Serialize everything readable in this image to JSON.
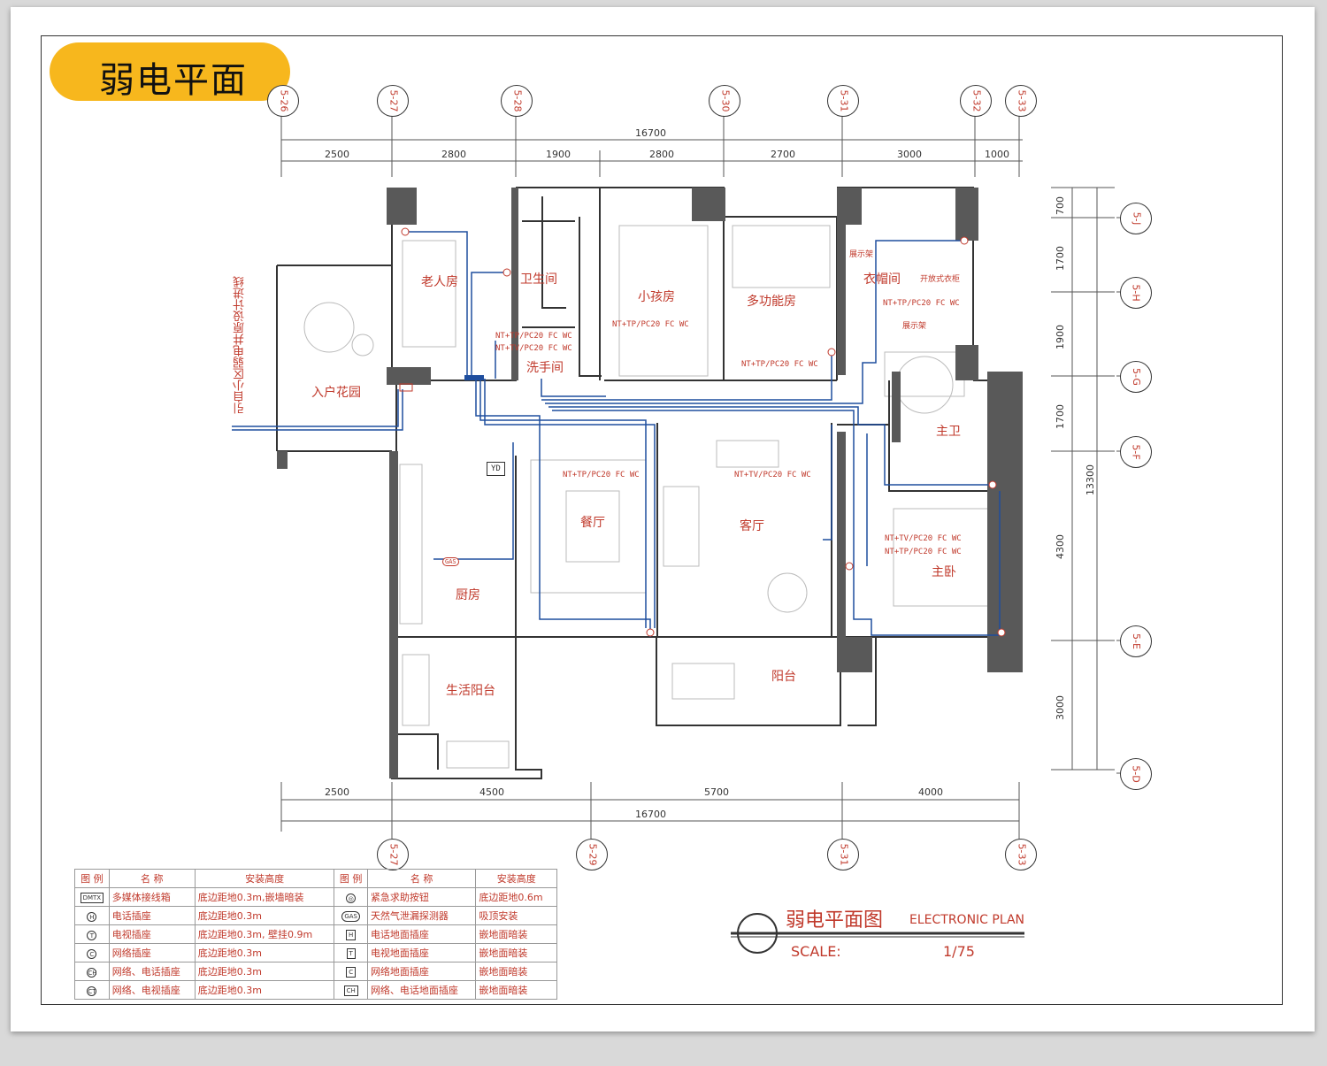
{
  "title": "弱电平面",
  "rooms": {
    "laoren": "老人房",
    "weisheng": "卫生间",
    "xiaohai": "小孩房",
    "duogong": "多功能房",
    "yimao": "衣帽间",
    "zhanshi1": "展示架",
    "kaifang": "开放式衣柜",
    "zhanshi2": "展示架",
    "xishou": "洗手间",
    "rukou": "入户花园",
    "zhuwei": "主卫",
    "canting": "餐厅",
    "keting": "客厅",
    "zhuwo": "主卧",
    "chufang": "厨房",
    "shenghuo": "生活阳台",
    "yangtai": "阳台"
  },
  "notes": {
    "n1": "NT+TP/PC20 FC WC",
    "n2": "NT+TV/PC20 FC WC",
    "n3": "NT+TP/PC20 FC WC",
    "n4": "NT+TP/PC20 FC WC",
    "n5": "NT+TP/PC20 FC WC",
    "n6": "NT+TP/PC20 FC WC",
    "n7": "NT+TV/PC20 FC WC",
    "n8": "NT+TV/PC20 FC WC",
    "n9": "NT+TP/PC20 FC WC",
    "yd": "YD",
    "gas": "GAS"
  },
  "incoming_line": "引自小区弱电井原设计进线",
  "top_dims": {
    "total": "16700",
    "seg": [
      "2500",
      "2800",
      "1900",
      "2800",
      "2700",
      "3000",
      "1000"
    ]
  },
  "bottom_dims": {
    "total": "16700",
    "seg": [
      "2500",
      "4500",
      "5700",
      "4000"
    ]
  },
  "right_dims": {
    "total": "13300",
    "seg": [
      "700",
      "1700",
      "1900",
      "1700",
      "4300",
      "3000"
    ]
  },
  "axes_top": [
    "5-26",
    "5-27",
    "5-28",
    "5-30",
    "5-31",
    "5-32",
    "5-33"
  ],
  "axes_bottom": [
    "5-27",
    "5-29",
    "5-31",
    "5-33"
  ],
  "axes_right": [
    "5-J",
    "5-H",
    "5-G",
    "5-F",
    "5-E",
    "5-D"
  ],
  "legend": {
    "headers": [
      "图 例",
      "名 称",
      "安装高度",
      "图 例",
      "名 称",
      "安装高度"
    ],
    "rows": [
      {
        "s1": "DMTX",
        "n1": "多媒体接线箱",
        "h1": "底边距地0.3m,嵌墙暗装",
        "s2": "◎",
        "n2": "紧急求助按钮",
        "h2": "底边距地0.6m"
      },
      {
        "s1": "H",
        "n1": "电话插座",
        "h1": "底边距地0.3m",
        "s2": "GAS",
        "n2": "天然气泄漏探测器",
        "h2": "吸顶安装"
      },
      {
        "s1": "T",
        "n1": "电视插座",
        "h1": "底边距地0.3m, 壁挂0.9m",
        "s2": "H",
        "n2": "电话地面插座",
        "h2": "嵌地面暗装"
      },
      {
        "s1": "C",
        "n1": "网络插座",
        "h1": "底边距地0.3m",
        "s2": "T",
        "n2": "电视地面插座",
        "h2": "嵌地面暗装"
      },
      {
        "s1": "CH",
        "n1": "网络、电话插座",
        "h1": "底边距地0.3m",
        "s2": "C",
        "n2": "网络地面插座",
        "h2": "嵌地面暗装"
      },
      {
        "s1": "CT",
        "n1": "网络、电视插座",
        "h1": "底边距地0.3m",
        "s2": "CH",
        "n2": "网络、电话地面插座",
        "h2": "嵌地面暗装"
      }
    ]
  },
  "title_block": {
    "cn": "弱电平面图",
    "en": "ELECTRONIC PLAN",
    "scale_label": "SCALE:",
    "scale": "1/75"
  },
  "colors": {
    "badge": "#f7b71d",
    "wall": "#555555",
    "wire": "#1f4e9e",
    "label": "#c0392b"
  }
}
